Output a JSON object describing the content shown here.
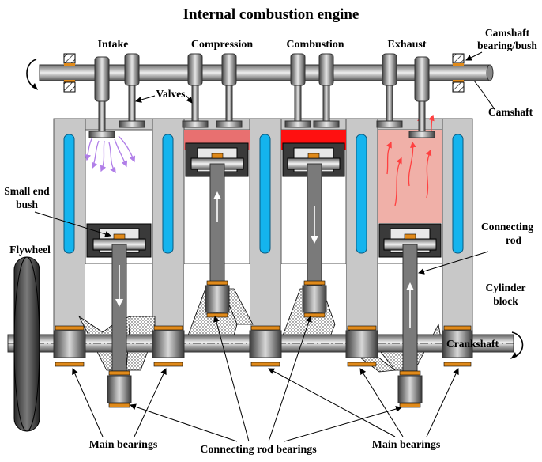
{
  "title": "Internal combustion engine",
  "strokes": {
    "intake": "Intake",
    "compression": "Compression",
    "combustion": "Combustion",
    "exhaust": "Exhaust"
  },
  "labels": {
    "camshaft_bearing_line1": "Camshaft",
    "camshaft_bearing_line2": "bearing/bush",
    "valves": "Valves",
    "camshaft": "Camshaft",
    "small_end_line1": "Small end",
    "small_end_line2": "bush",
    "flywheel": "Flywheel",
    "connecting_rod_line1": "Connecting",
    "connecting_rod_line2": "rod",
    "cylinder_block_line1": "Cylinder",
    "cylinder_block_line2": "block",
    "crankshaft": "Crankshaft",
    "main_bearings_left": "Main bearings",
    "connecting_rod_bearings": "Connecting rod bearings",
    "main_bearings_right": "Main bearings"
  },
  "colors": {
    "block": "#c8c8c8",
    "coolant": "#14b4ee",
    "bearing": "#e08a1a",
    "compression_gas": "#e87070",
    "combustion_gas": "#ff1010",
    "exhaust_gas": "#f0b0a8",
    "intake_flow": "#b07ee8",
    "exhaust_flow": "#ff4040",
    "rod": "#7a7a7a"
  }
}
